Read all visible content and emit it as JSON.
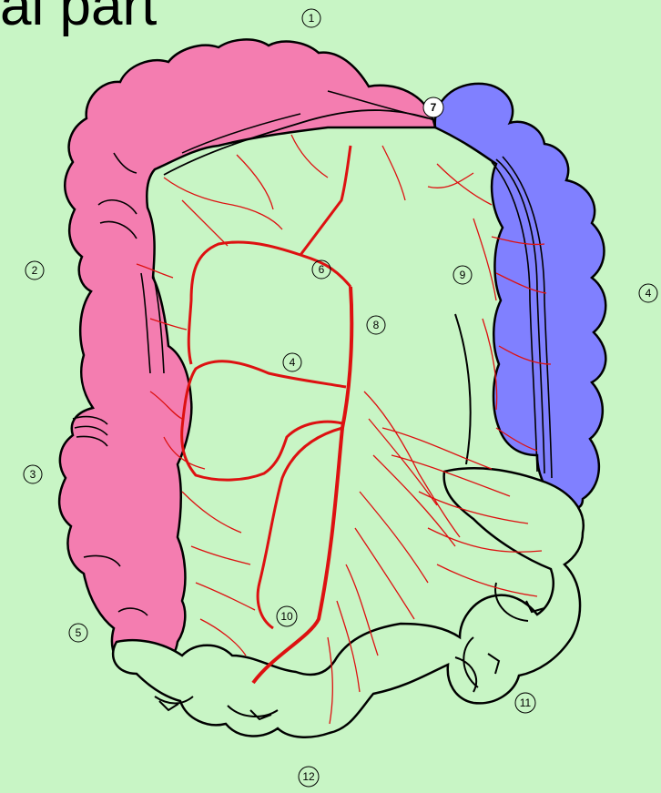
{
  "title_fragment": "al part",
  "colors": {
    "background": "#c8f5c5",
    "ascending_transverse": "#f47db0",
    "descending": "#8080ff",
    "sigmoid_rectum": "#c8f5c5",
    "artery": "#dd1111",
    "outline": "#000000"
  },
  "labels": {
    "l1": "1",
    "l2": "2",
    "l3": "3",
    "l4_right": "4",
    "l4_center": "4",
    "l5": "5",
    "l6": "6",
    "l7": "7",
    "l8": "8",
    "l9": "9",
    "l10": "10",
    "l11": "11",
    "l12": "12"
  }
}
